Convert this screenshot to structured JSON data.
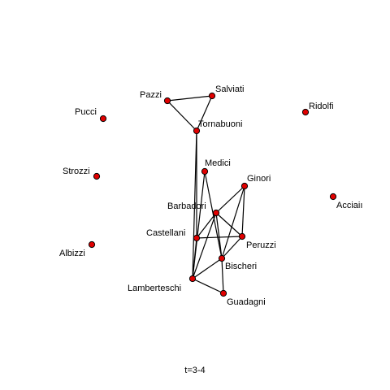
{
  "caption": "t=3-4",
  "colors": {
    "node_fill": "#e00000",
    "node_stroke": "#000000",
    "edge": "#000000",
    "label": "#000000"
  },
  "network": {
    "nodes": [
      {
        "id": "Pazzi",
        "label": "Pazzi"
      },
      {
        "id": "Salviati",
        "label": "Salviati"
      },
      {
        "id": "Pucci",
        "label": "Pucci"
      },
      {
        "id": "Ridolfi",
        "label": "Ridolfi"
      },
      {
        "id": "Tornabuoni",
        "label": "Tornabuoni"
      },
      {
        "id": "Strozzi",
        "label": "Strozzi"
      },
      {
        "id": "Medici",
        "label": "Medici"
      },
      {
        "id": "Ginori",
        "label": "Ginori"
      },
      {
        "id": "Acciaiuoli",
        "label": "Acciaiı"
      },
      {
        "id": "Barbadori",
        "label": "Barbadori"
      },
      {
        "id": "Castellani",
        "label": "Castellani"
      },
      {
        "id": "Peruzzi",
        "label": "Peruzzi"
      },
      {
        "id": "Albizzi",
        "label": "Albizzi"
      },
      {
        "id": "Bischeri",
        "label": "Bischeri"
      },
      {
        "id": "Lamberteschi",
        "label": "Lamberteschi"
      },
      {
        "id": "Guadagni",
        "label": "Guadagni"
      }
    ],
    "edges": [
      {
        "source": "Pazzi",
        "target": "Salviati"
      },
      {
        "source": "Pazzi",
        "target": "Tornabuoni"
      },
      {
        "source": "Salviati",
        "target": "Tornabuoni"
      },
      {
        "source": "Tornabuoni",
        "target": "Castellani"
      },
      {
        "source": "Tornabuoni",
        "target": "Lamberteschi"
      },
      {
        "source": "Medici",
        "target": "Lamberteschi"
      },
      {
        "source": "Medici",
        "target": "Bischeri"
      },
      {
        "source": "Barbadori",
        "target": "Ginori"
      },
      {
        "source": "Barbadori",
        "target": "Castellani"
      },
      {
        "source": "Barbadori",
        "target": "Peruzzi"
      },
      {
        "source": "Barbadori",
        "target": "Bischeri"
      },
      {
        "source": "Barbadori",
        "target": "Lamberteschi"
      },
      {
        "source": "Ginori",
        "target": "Peruzzi"
      },
      {
        "source": "Ginori",
        "target": "Bischeri"
      },
      {
        "source": "Castellani",
        "target": "Peruzzi"
      },
      {
        "source": "Castellani",
        "target": "Lamberteschi"
      },
      {
        "source": "Peruzzi",
        "target": "Bischeri"
      },
      {
        "source": "Bischeri",
        "target": "Lamberteschi"
      },
      {
        "source": "Bischeri",
        "target": "Guadagni"
      },
      {
        "source": "Lamberteschi",
        "target": "Guadagni"
      }
    ]
  }
}
